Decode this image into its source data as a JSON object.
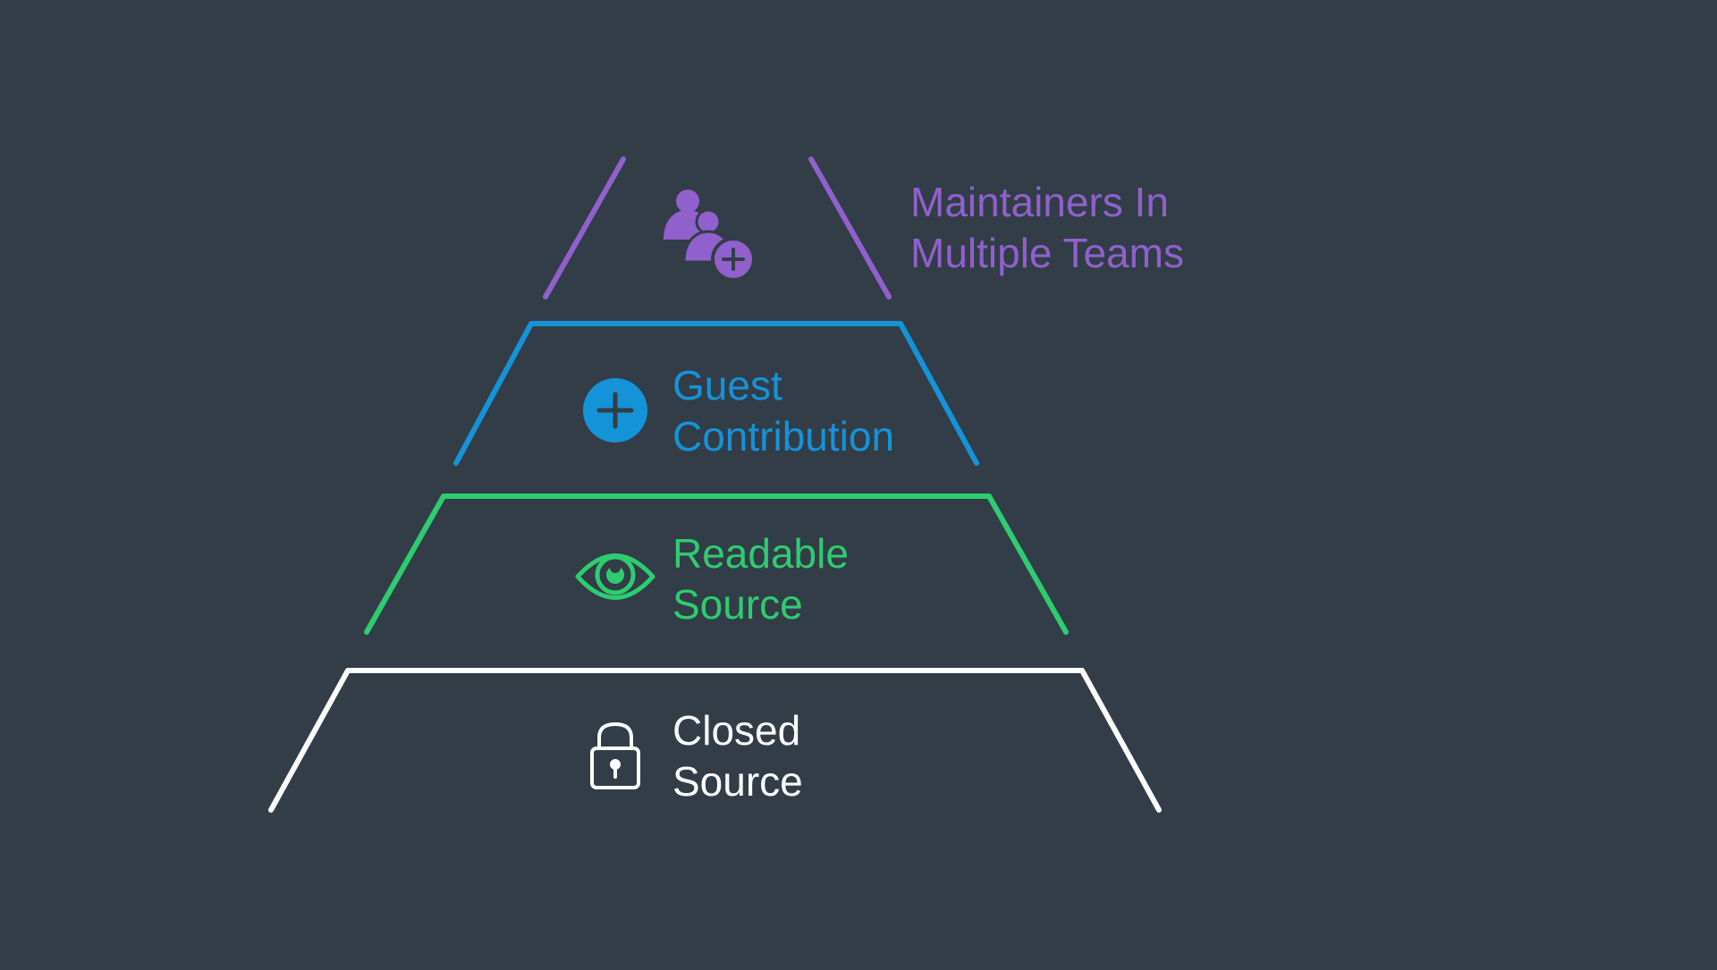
{
  "diagram": {
    "tiers": [
      {
        "id": "maintainers",
        "lines": [
          "Maintainers In",
          "Multiple Teams"
        ],
        "color": "#9060cc",
        "icon": "users-add-icon"
      },
      {
        "id": "guest",
        "lines": [
          "Guest",
          "Contribution"
        ],
        "color": "#1593d8",
        "icon": "plus-circle-icon"
      },
      {
        "id": "readable",
        "lines": [
          "Readable",
          "Source"
        ],
        "color": "#2ecc71",
        "icon": "eye-icon"
      },
      {
        "id": "closed",
        "lines": [
          "Closed",
          "Source"
        ],
        "color": "#ffffff",
        "icon": "lock-icon"
      }
    ],
    "background": "#323d47"
  }
}
